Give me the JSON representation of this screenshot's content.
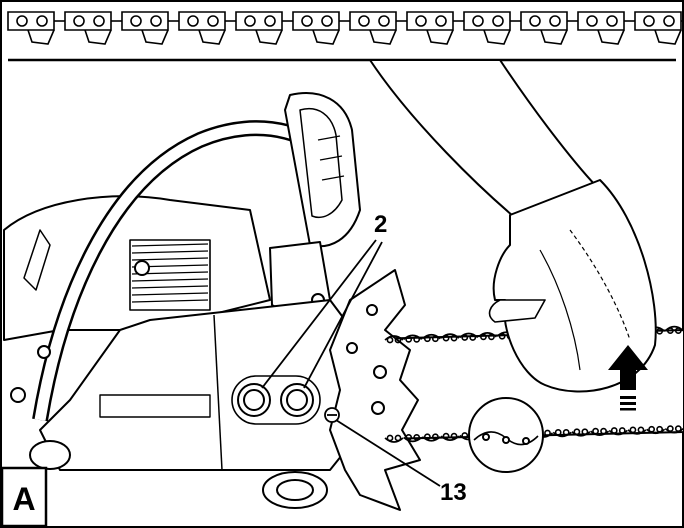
{
  "panel": {
    "label": "A"
  },
  "callouts": {
    "nut_label": "2",
    "tensioner_label": "13"
  },
  "colors": {
    "ink": "#000000",
    "paper": "#ffffff"
  },
  "icons": {
    "direction_arrow": "arrow-up-icon"
  }
}
